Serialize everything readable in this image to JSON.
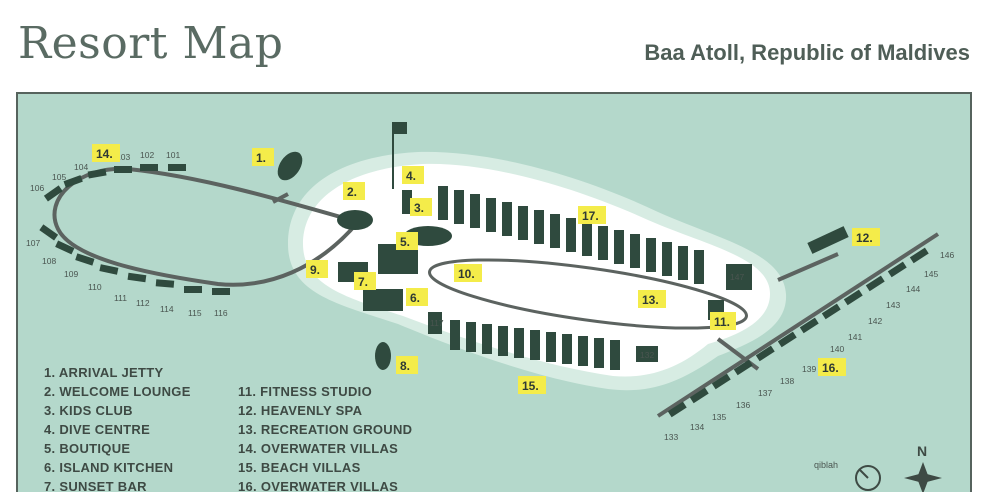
{
  "header": {
    "title": "Resort Map",
    "location": "Baa Atoll, Republic of Maldives"
  },
  "compass": {
    "north_label": "N",
    "qibla_label": "qiblah"
  },
  "colors": {
    "water": "#b4d8cb",
    "island": "#ffffff",
    "villa": "#2f4a3e",
    "path": "#5c6360",
    "tag": "#f4ec4a"
  },
  "legend": [
    "1. ARRIVAL JETTY",
    "2. WELCOME LOUNGE",
    "3. KIDS CLUB",
    "4. DIVE CENTRE",
    "5. BOUTIQUE",
    "6. ISLAND KITCHEN",
    "7. SUNSET BAR",
    "11. FITNESS STUDIO",
    "12. HEAVENLY SPA",
    "13. RECREATION GROUND",
    "14. OVERWATER VILLAS",
    "15. BEACH VILLAS",
    "16. OVERWATER VILLAS"
  ],
  "tags": [
    "1.",
    "2.",
    "3.",
    "4.",
    "5.",
    "6.",
    "7.",
    "8.",
    "9.",
    "10.",
    "11.",
    "12.",
    "13.",
    "14.",
    "15.",
    "16.",
    "17."
  ],
  "villa_numbers_left": [
    "101",
    "102",
    "103",
    "104",
    "105",
    "106",
    "107",
    "108",
    "109",
    "110",
    "111",
    "112",
    "114",
    "115",
    "116"
  ],
  "villa_numbers_right": [
    "133",
    "134",
    "135",
    "136",
    "137",
    "138",
    "139",
    "140",
    "141",
    "142",
    "143",
    "144",
    "145",
    "146"
  ],
  "villa_numbers_island": [
    "117",
    "132",
    "147"
  ]
}
